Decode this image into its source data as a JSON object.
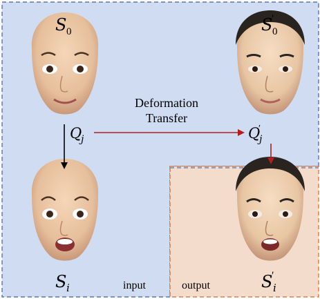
{
  "labels": {
    "s0": "S",
    "s0_sub": "0",
    "s0p": "S",
    "s0p_sub": "0",
    "s0p_prime": "′",
    "si": "S",
    "si_sub": "i",
    "sip": "S",
    "sip_sub": "i",
    "sip_prime": "′",
    "qj": "Q",
    "qj_sub": "j",
    "qjp": "Q",
    "qjp_sub": "j",
    "qjp_prime": "′",
    "transfer_line1": "Deformation",
    "transfer_line2": "Transfer",
    "input": "input",
    "output": "output"
  },
  "colors": {
    "input_panel_fill": "#cfdcf1",
    "input_panel_border": "#3f5f9e",
    "output_panel_fill": "#f3dccb",
    "output_panel_border": "#d4682c",
    "arrow_black": "#000000",
    "arrow_red": "#b02020",
    "skin_a": "#e9c7a6",
    "skin_b": "#f0cfae",
    "hair": "#2a2420"
  },
  "faces": [
    {
      "id": "s0",
      "style": "cartoon",
      "expression": "neutral"
    },
    {
      "id": "s0p",
      "style": "realistic",
      "expression": "neutral"
    },
    {
      "id": "si",
      "style": "cartoon",
      "expression": "mouth-open"
    },
    {
      "id": "sip",
      "style": "realistic",
      "expression": "mouth-open"
    }
  ]
}
